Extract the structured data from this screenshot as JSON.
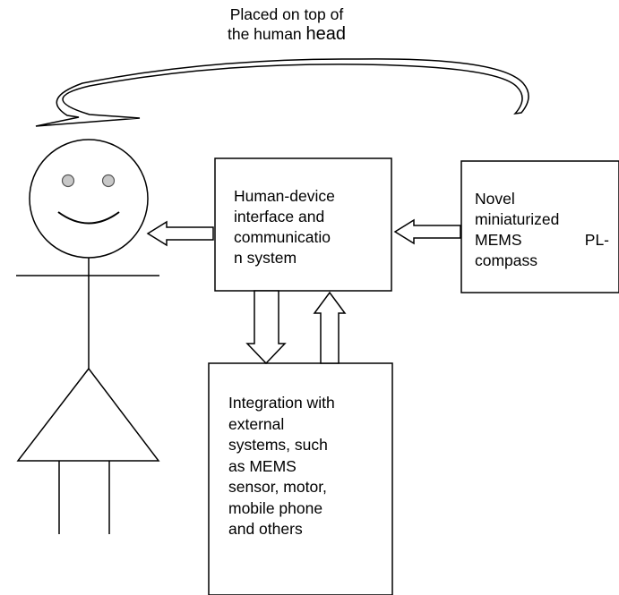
{
  "caption": {
    "line1": "Placed on top of",
    "line2_prefix": "the human ",
    "line2_emph": "head"
  },
  "interface_box": {
    "lines": [
      "Human-device",
      "interface and",
      "communicatio",
      "n system"
    ]
  },
  "compass_box": {
    "line1": "Novel",
    "line2": "miniaturized",
    "line3_left": "MEMS",
    "line3_right": "PL-",
    "line4": "compass"
  },
  "integration_box": {
    "lines": [
      "Integration with",
      "external",
      "systems, such",
      "as MEMS",
      "sensor, motor,",
      "mobile phone",
      "and others"
    ]
  }
}
